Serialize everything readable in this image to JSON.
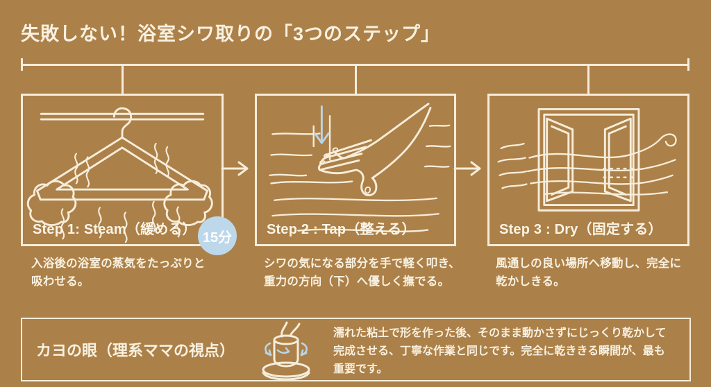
{
  "title": "失敗しない！浴室シワ取りの「3つのステップ」",
  "steps": [
    {
      "label": "Step 1: Steam（緩める）",
      "badge": "15分",
      "description": "入浴後の浴室の蒸気をたっぷりと吸わせる。",
      "icon": "steaming-hanger-icon"
    },
    {
      "label": "Step 2 : Tap（整える）",
      "description": "シワの気になる部分を手で軽く叩き、重力の方向（下）へ優しく撫でる。",
      "icon": "hand-tapping-fabric-icon"
    },
    {
      "label": "Step 3 : Dry（固定する）",
      "description": "風通しの良い場所へ移動し、完全に乾かしきる。",
      "icon": "open-window-breeze-icon"
    }
  ],
  "callout": {
    "label": "カヨの眼（理系ママの視点）",
    "icon": "pottery-wheel-icon",
    "text": "濡れた粘土で形を作った後、そのまま動かさずにじっくり乾かして完成させる、丁寧な作業と同じです。完全に乾ききる瞬間が、最も重要です。"
  },
  "colors": {
    "background": "#AC8049",
    "line_cream": "#F6EDDA",
    "accent_blue": "#B8D5E8",
    "badge_fill": "#BCD8EA",
    "badge_text": "#FFFFFF"
  }
}
